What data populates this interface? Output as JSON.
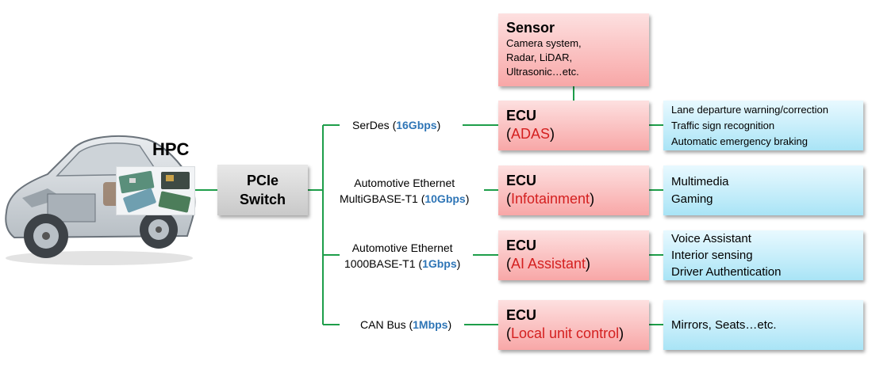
{
  "hpc": {
    "title": "HPC"
  },
  "switch": {
    "line1": "PCIe",
    "line2": "Switch"
  },
  "sensor": {
    "title": "Sensor",
    "lines": [
      "Camera system,",
      "Radar, LiDAR,",
      "Ultrasonic…etc."
    ]
  },
  "branches": [
    {
      "bus": {
        "lines": [],
        "prefix": "SerDes (",
        "rate": "16Gbps",
        "suffix": ")"
      },
      "ecu": {
        "title": "ECU",
        "name": "ADAS"
      },
      "features": [
        "Lane departure  warning/correction",
        "Traffic sign recognition",
        "Automatic emergency braking"
      ]
    },
    {
      "bus": {
        "lines": [
          "Automotive Ethernet"
        ],
        "prefix": "MultiGBASE-T1 (",
        "rate": "10Gbps",
        "suffix": ")"
      },
      "ecu": {
        "title": "ECU",
        "name": "Infotainment"
      },
      "features": [
        "Multimedia",
        "Gaming"
      ]
    },
    {
      "bus": {
        "lines": [
          "Automotive Ethernet"
        ],
        "prefix": "1000BASE-T1 (",
        "rate": "1Gbps",
        "suffix": ")"
      },
      "ecu": {
        "title": "ECU",
        "name": "AI Assistant"
      },
      "features": [
        "Voice Assistant",
        "Interior sensing",
        "Driver Authentication"
      ]
    },
    {
      "bus": {
        "lines": [],
        "prefix": "CAN Bus (",
        "rate": "1Mbps",
        "suffix": ")"
      },
      "ecu": {
        "title": "ECU",
        "name": "Local unit control"
      },
      "features": [
        "Mirrors, Seats…etc."
      ]
    }
  ],
  "colors": {
    "connector": "#1e9e4a",
    "rate_text": "#2e75b6",
    "ecu_name_text": "#d42020",
    "ecu_fill": "#f8a7a7",
    "feature_fill": "#a9e4f6",
    "switch_fill": "#c9c9c9"
  }
}
